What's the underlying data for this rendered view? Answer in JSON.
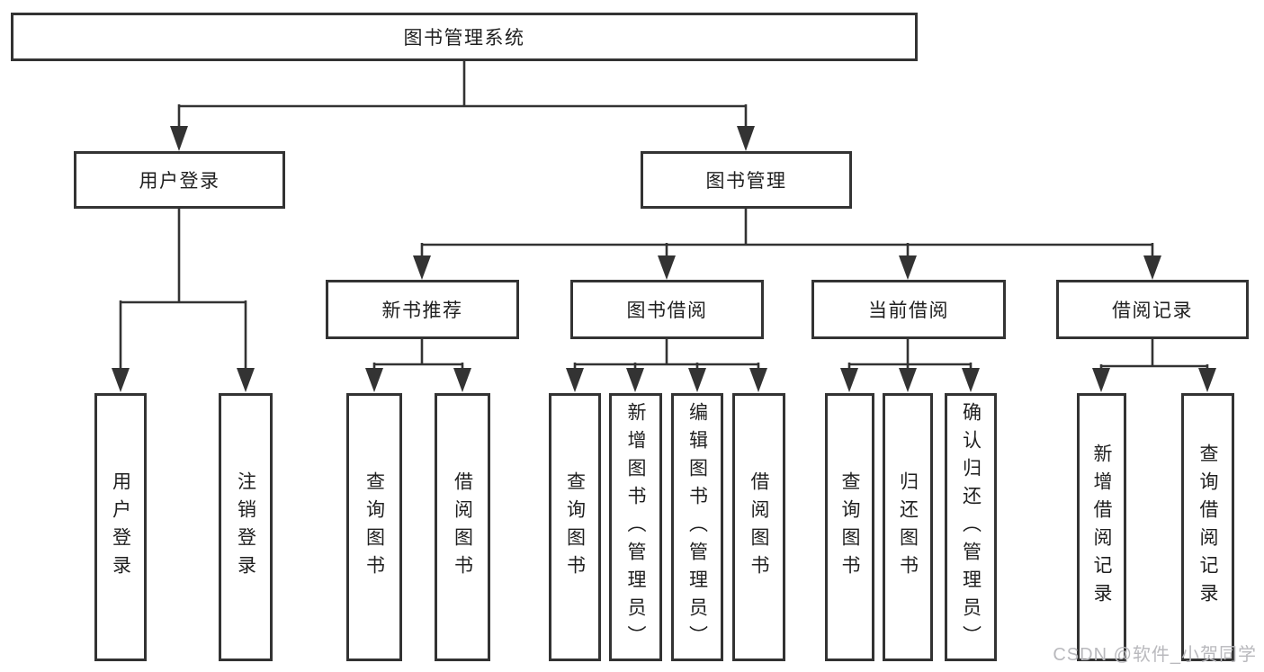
{
  "diagram": {
    "type": "hierarchy",
    "root": {
      "label": "图书管理系统"
    },
    "level2": [
      {
        "id": "user-login",
        "label": "用户登录"
      },
      {
        "id": "book-management",
        "label": "图书管理"
      }
    ],
    "level3": [
      {
        "id": "new-book-recommend",
        "parent": "book-management",
        "label": "新书推荐"
      },
      {
        "id": "book-borrowing",
        "parent": "book-management",
        "label": "图书借阅"
      },
      {
        "id": "current-borrowing",
        "parent": "book-management",
        "label": "当前借阅"
      },
      {
        "id": "borrow-records",
        "parent": "book-management",
        "label": "借阅记录"
      }
    ],
    "leaves": [
      {
        "parent": "user-login",
        "label": "用户登录"
      },
      {
        "parent": "user-login",
        "label": "注销登录"
      },
      {
        "parent": "new-book-recommend",
        "label": "查询图书"
      },
      {
        "parent": "new-book-recommend",
        "label": "借阅图书"
      },
      {
        "parent": "book-borrowing",
        "label": "查询图书"
      },
      {
        "parent": "book-borrowing",
        "label": "新增图书（管理员）"
      },
      {
        "parent": "book-borrowing",
        "label": "编辑图书（管理员）"
      },
      {
        "parent": "book-borrowing",
        "label": "借阅图书"
      },
      {
        "parent": "current-borrowing",
        "label": "查询图书"
      },
      {
        "parent": "current-borrowing",
        "label": "归还图书"
      },
      {
        "parent": "current-borrowing",
        "label": "确认归还（管理员）"
      },
      {
        "parent": "borrow-records",
        "label": "新增借阅记录"
      },
      {
        "parent": "borrow-records",
        "label": "查询借阅记录"
      }
    ],
    "watermark": "CSDN @软件_小贺同学",
    "colors": {
      "line": "#333333",
      "text": "#1f1f1f",
      "watermark": "#b9b9bd",
      "background": "#ffffff"
    }
  }
}
